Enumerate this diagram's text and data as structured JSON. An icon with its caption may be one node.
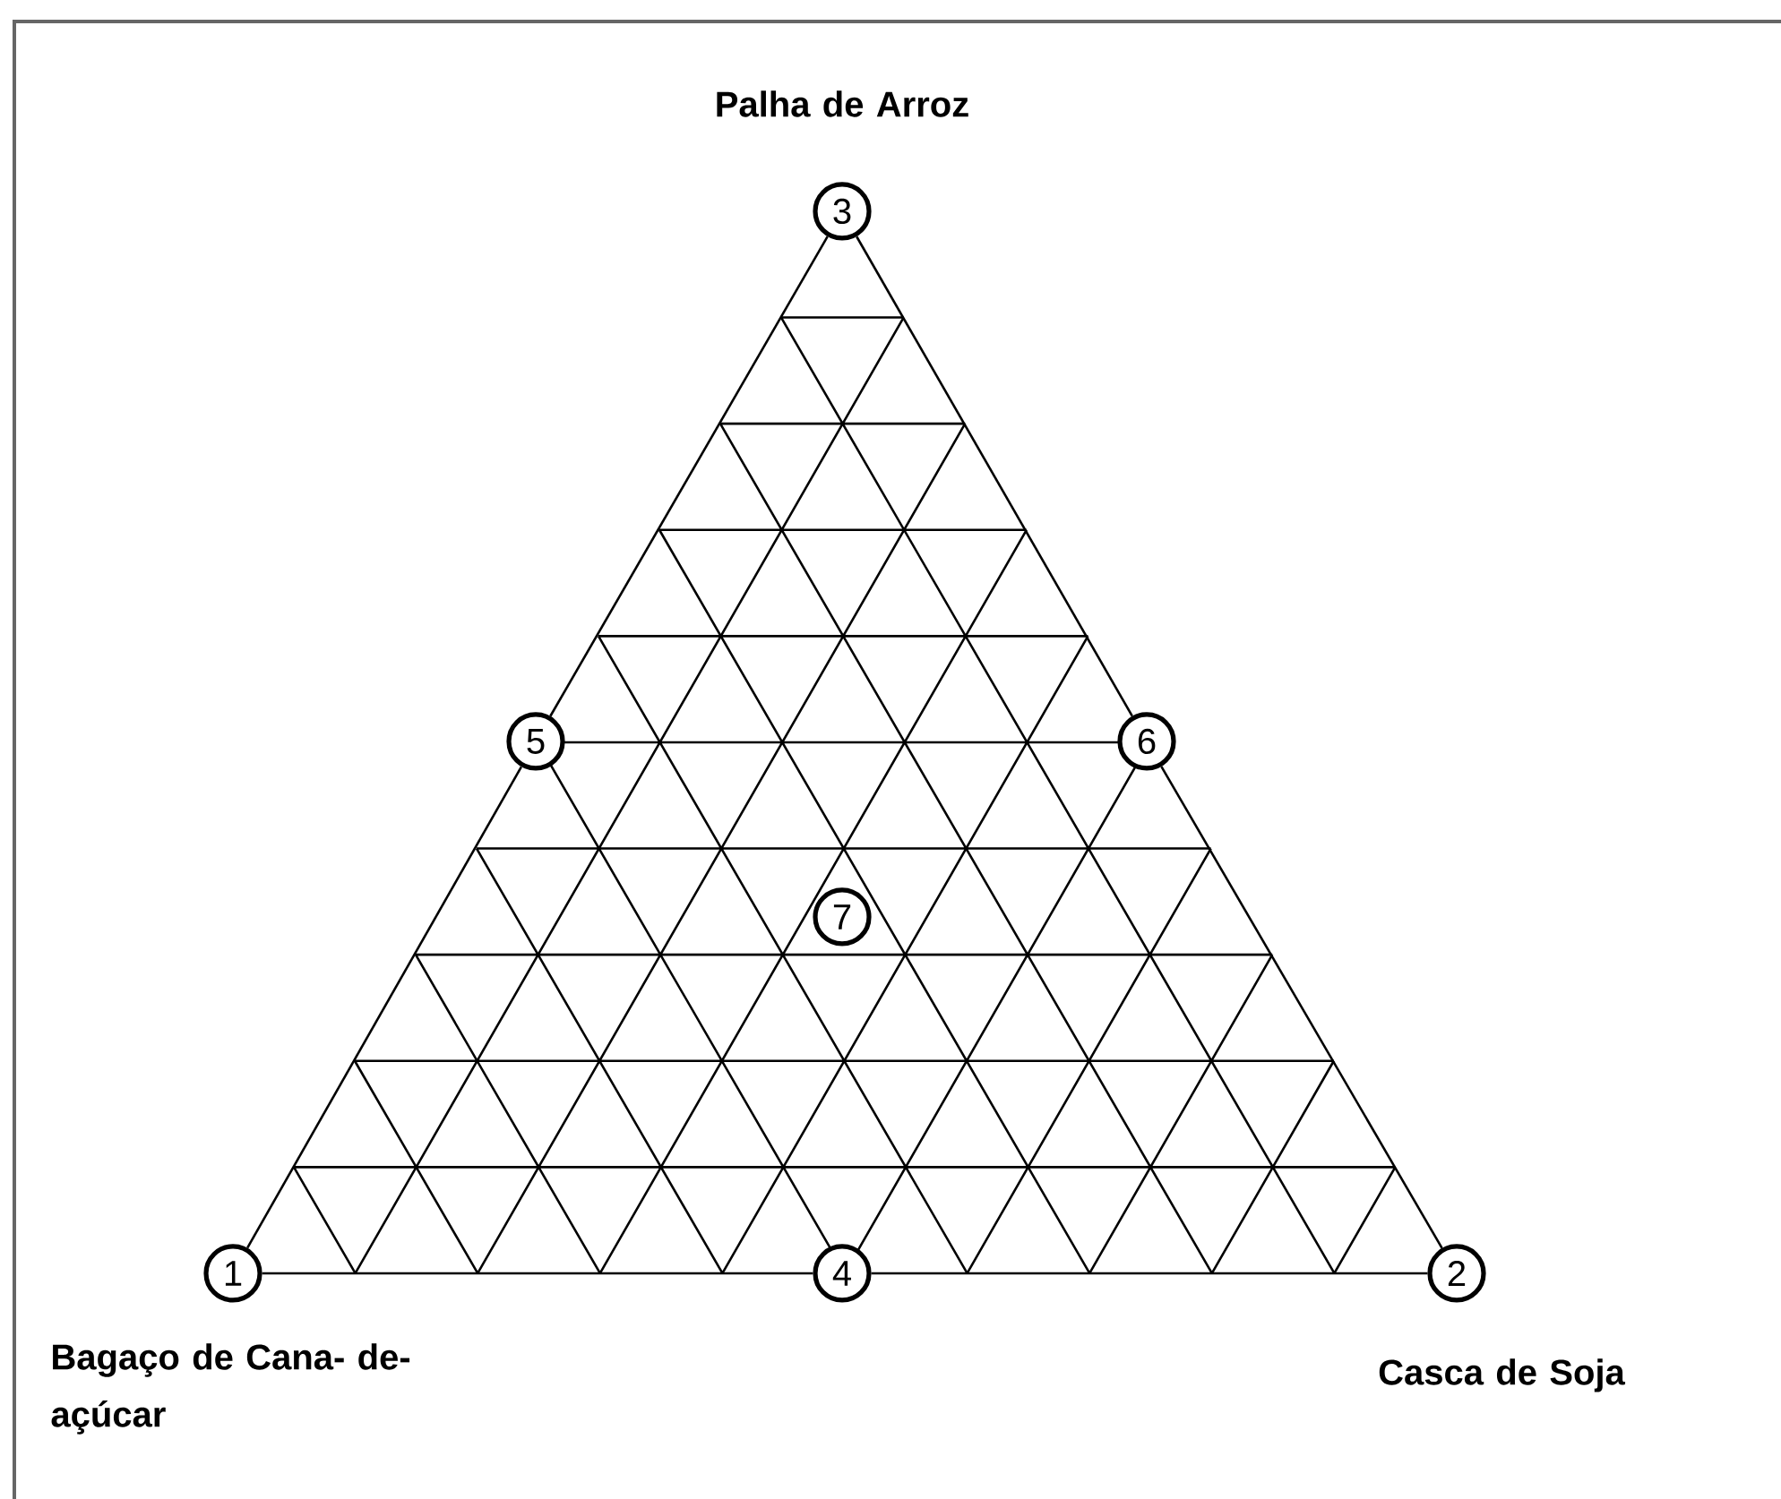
{
  "diagram": {
    "nodes": [
      {
        "text": [
          "1"
        ],
        "beside": [
          "Bagaço de Cana- de-açúcar"
        ]
      },
      {
        "text": [
          "2"
        ],
        "beside": [
          "Casca de Soja"
        ]
      },
      {
        "text": [
          "3"
        ],
        "beside": [
          "Palha de Arroz"
        ]
      },
      {
        "text": [
          "4"
        ]
      },
      {
        "text": [
          "5"
        ]
      },
      {
        "text": [
          "6"
        ]
      },
      {
        "text": [
          "7"
        ]
      }
    ],
    "edges": [
      {
        "from": 0,
        "to": 3,
        "arrow": "none"
      },
      {
        "from": 3,
        "to": 1,
        "arrow": "none"
      },
      {
        "from": 1,
        "to": 5,
        "arrow": "none"
      },
      {
        "from": 5,
        "to": 2,
        "arrow": "none"
      },
      {
        "from": 2,
        "to": 4,
        "arrow": "none"
      },
      {
        "from": 4,
        "to": 0,
        "arrow": "none"
      }
    ]
  }
}
